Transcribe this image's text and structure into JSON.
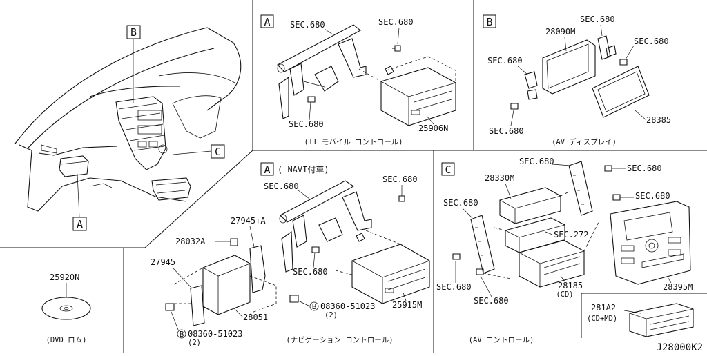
{
  "drawing_number": "J28000K2",
  "overview": {
    "callouts": [
      "B",
      "C",
      "A"
    ]
  },
  "dvd_panel": {
    "part": "25920N",
    "caption": "(DVD ロム)"
  },
  "panel_a_it": {
    "box": "A",
    "labels": [
      "SEC.680",
      "SEC.680",
      "SEC.680",
      "25906N"
    ],
    "caption": "(IT モバイル コントロール)"
  },
  "panel_b": {
    "box": "B",
    "labels": [
      "28090M",
      "SEC.680",
      "SEC.680",
      "SEC.680",
      "SEC.680",
      "28385"
    ],
    "caption": "(AV ディスプレイ)"
  },
  "panel_a_navi": {
    "box": "A",
    "title": "( NAVI付車)",
    "labels": [
      "SEC.680",
      "SEC.680",
      "27945+A",
      "28032A",
      "27945",
      "SEC.680",
      "28051",
      "25915M"
    ],
    "bolt_1": {
      "marker": "B",
      "part": "08360-51023",
      "qty": "(2)"
    },
    "bolt_2": {
      "marker": "B",
      "part": "08360-51023",
      "qty": "(2)"
    },
    "caption": "(ナビゲーション コントロール)"
  },
  "panel_c": {
    "box": "C",
    "labels": [
      "SEC.680",
      "SEC.680",
      "28330M",
      "SEC.680",
      "SEC.680",
      "SEC.272",
      "SEC.680",
      "SEC.680",
      "28185",
      "(CD)",
      "28395M"
    ],
    "caption": "(AV コントロール)"
  },
  "inset_cdmd": {
    "part": "281A2",
    "note": "(CD+MD)"
  }
}
